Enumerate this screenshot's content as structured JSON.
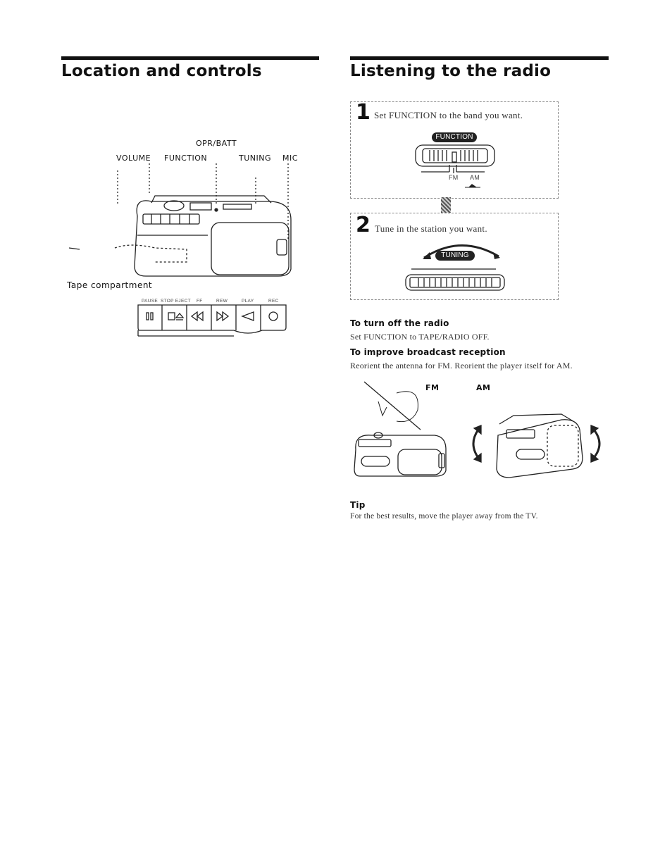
{
  "left": {
    "title": "Location and controls",
    "labels": {
      "opr_batt": "OPR/BATT",
      "volume": "VOLUME",
      "function": "FUNCTION",
      "tuning": "TUNING",
      "mic": "MIC",
      "tape_compartment": "Tape compartment"
    },
    "button_labels": [
      "PAUSE",
      "STOP EJECT",
      "FF",
      "REW",
      "PLAY",
      "REC"
    ]
  },
  "right": {
    "title": "Listening to the radio",
    "step1": {
      "num": "1",
      "text": "Set FUNCTION to the band you want.",
      "pill": "FUNCTION",
      "fm": "FM",
      "am": "AM"
    },
    "step2": {
      "num": "2",
      "text": "Tune in the station you want.",
      "pill": "TUNING"
    },
    "turn_off": {
      "heading": "To turn off the radio",
      "text": "Set FUNCTION to TAPE/RADIO OFF."
    },
    "improve": {
      "heading": "To improve broadcast reception",
      "text": "Reorient the antenna for FM. Reorient the player itself for AM.",
      "fm": "FM",
      "am": "AM"
    },
    "tip": {
      "heading": "Tip",
      "text": "For the best results, move the player away from the TV."
    }
  }
}
